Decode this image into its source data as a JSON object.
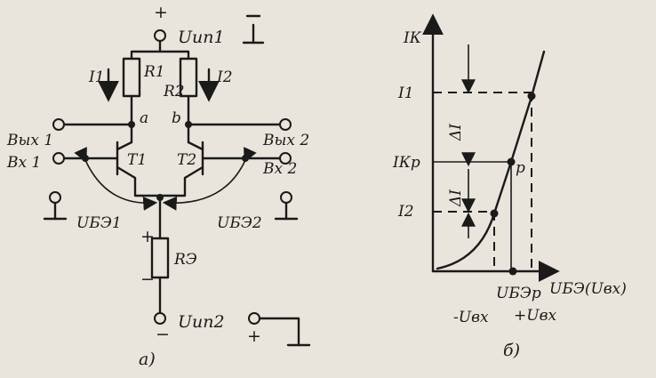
{
  "circuit": {
    "supply1": "+",
    "supply1_minus": "−",
    "u_ip1": "Uип1",
    "r1": "R1",
    "r2": "R2",
    "i1": "I1",
    "i2": "I2",
    "node_a": "a",
    "node_b": "b",
    "out1": "Вых 1",
    "out2": "Вых 2",
    "in1": "Вх 1",
    "in2": "Вх 2",
    "t1": "T1",
    "t2": "T2",
    "u_be1": "UБЭ1",
    "u_be2": "UБЭ2",
    "re_plus": "+",
    "re_minus": "−",
    "re": "RЭ",
    "supply2_minus": "−",
    "u_ip2": "Uип2",
    "polarity_plus": "+",
    "caption": "а)"
  },
  "graph": {
    "y_axis": "IК",
    "i1": "I1",
    "ikr": "IКр",
    "i2": "I2",
    "delta_upper": "ΔI",
    "delta_lower": "ΔI",
    "point_p": "p",
    "u_ber": "UБЭр",
    "x_axis": "UБЭ(Uвх)",
    "minus_uvx": "-Uвх",
    "plus_uvx": "+Uвх",
    "caption": "б)"
  }
}
